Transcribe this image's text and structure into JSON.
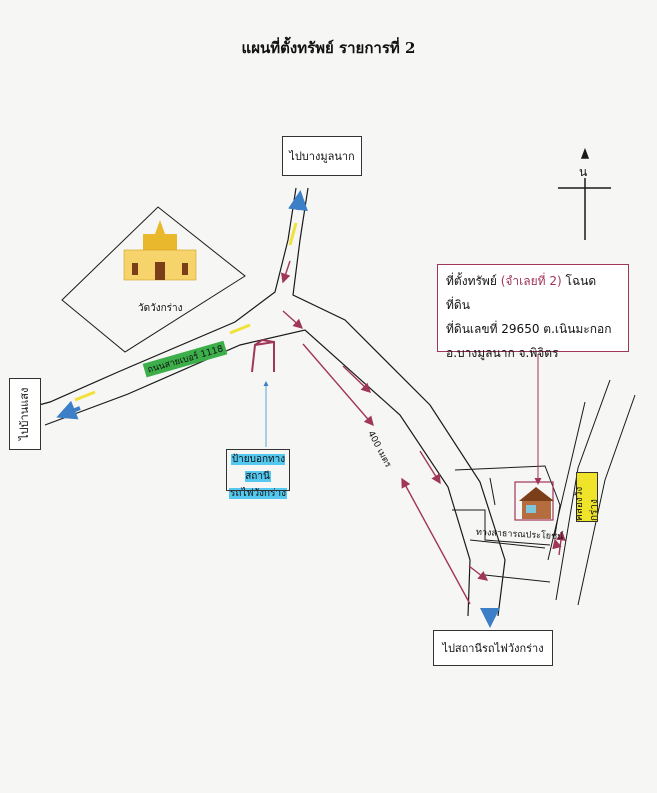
{
  "title": "แผนที่ตั้งทรัพย์ รายการที่ 2",
  "labels": {
    "to_bang_mun_nak": "ไปบางมูลนาก",
    "to_khlong": "ไปบ้านแสง",
    "to_station": "ไปสถานีรถไฟวังกร่าง",
    "temple": "วัดวังกร่าง",
    "road_sign": "ถนนสายเบอร์ 1118",
    "station_sign_line1": "ป้ายบอกทางสถานี",
    "station_sign_line2": "รถไฟวังกร่าง",
    "distance": "400 เมตร",
    "junction": "ทางสาธารณประโยชน์",
    "canal": "คลองวังกร่าง",
    "north": "น"
  },
  "info_box": {
    "line1_a": "ที่ตั้งทรัพย์",
    "line1_b": "(จำเลยที่ 2)",
    "line1_c": "โฉนดที่ดิน",
    "line2": "ที่ดินเลขที่  29650 ต.เนินมะกอก",
    "line3": "อ.บางมูลนาก   จ.พิจิตร"
  },
  "colors": {
    "road_line": "#1a1a1a",
    "center_dash": "#f1e23a",
    "arrow_red": "#a0365a",
    "arrow_blue": "#3d7fc7",
    "temple_gold": "#e9b82c",
    "sign_green": "#3cae4a",
    "sign_blue": "#55c8ef",
    "house": "#9b5a34"
  }
}
